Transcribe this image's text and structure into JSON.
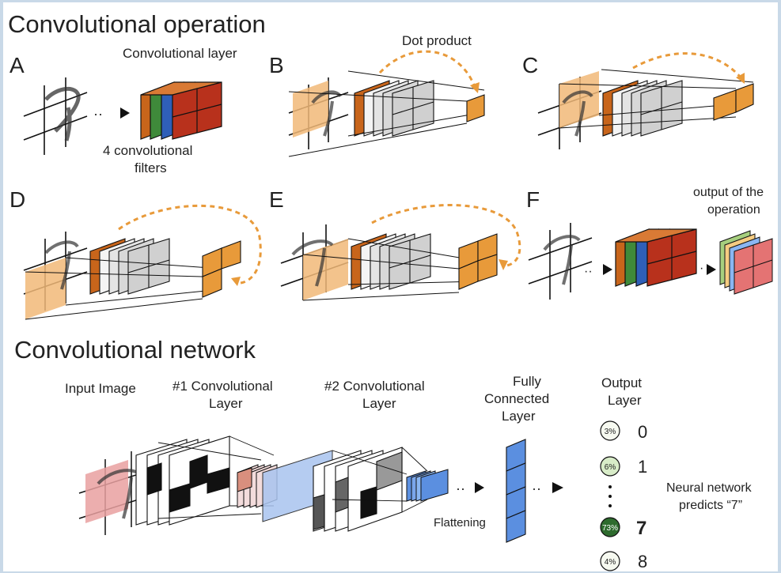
{
  "sections": {
    "operation_title": "Convolutional operation",
    "network_title": "Convolutional network"
  },
  "panels": {
    "a": "A",
    "b": "B",
    "c": "C",
    "d": "D",
    "e": "E",
    "f": "F"
  },
  "panel_a": {
    "layer_label": "Convolutional layer",
    "filters_line1": "4 convolutional",
    "filters_line2": "filters"
  },
  "panel_b": {
    "dot_product": "Dot product"
  },
  "panel_f": {
    "output_line1": "output of the",
    "output_line2": "operation"
  },
  "network": {
    "input_image": "Input Image",
    "conv1_line1": "#1 Convolutional",
    "conv1_line2": "Layer",
    "conv2_line1": "#2 Convolutional",
    "conv2_line2": "Layer",
    "fc_line1": "Fully",
    "fc_line2": "Connected",
    "fc_line3": "Layer",
    "flattening": "Flattening",
    "output_line1": "Output",
    "output_line2": "Layer",
    "prediction_line1": "Neural network",
    "prediction_line2": "predicts “7”",
    "outputs": [
      {
        "pct": "3%",
        "digit": "0"
      },
      {
        "pct": "6%",
        "digit": "1"
      },
      {
        "pct": "73%",
        "digit": "7"
      },
      {
        "pct": "4%",
        "digit": "8"
      }
    ]
  },
  "colors": {
    "background": "#c9d9e8",
    "panel": "#ffffff",
    "filter_orange": "#c8651b",
    "filter_green": "#3f8a3a",
    "filter_blue": "#2f5fb8",
    "filter_red": "#b8311c",
    "patch_orange": "#f1b878",
    "output_orange": "#e89a3a",
    "input_pink": "#e9a0a0",
    "conv2_blue": "#a9c4ef",
    "fc_blue": "#5b8fe0",
    "out_green_dark": "#2e6b2e",
    "out_green_light": "#d8ecc8"
  }
}
